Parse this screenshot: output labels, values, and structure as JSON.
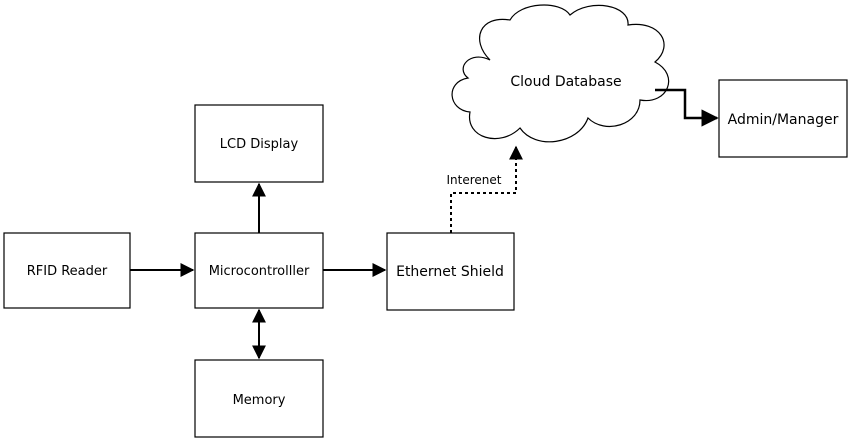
{
  "diagram": {
    "nodes": {
      "rfid_reader": "RFID Reader",
      "microcontroller": "Microcontrolller",
      "lcd_display": "LCD Display",
      "memory": "Memory",
      "ethernet_shield": "Ethernet Shield",
      "cloud_database": "Cloud Database",
      "admin_manager": "Admin/Manager"
    },
    "edge_labels": {
      "internet": "Interenet"
    }
  }
}
